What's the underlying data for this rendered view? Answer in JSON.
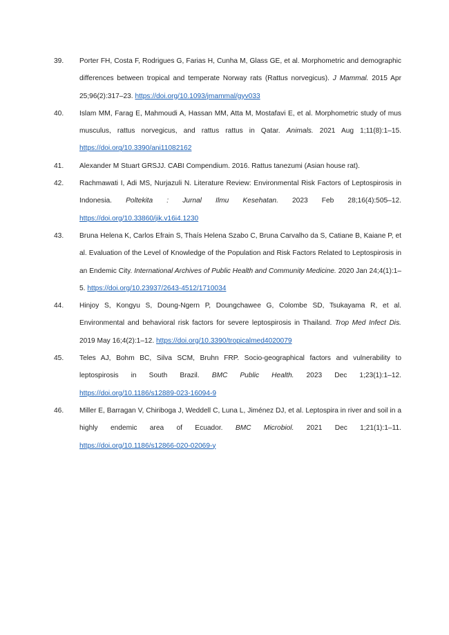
{
  "references": [
    {
      "number": "39.",
      "pre": "Porter FH, Costa F, Rodrigues G, Farias H, Cunha M, Glass GE, et al. Morphometric and demographic differences between tropical and temperate Norway rats (Rattus norvegicus). ",
      "journal": "J Mammal.",
      "post": " 2015 Apr 25;96(2):317–23. ",
      "doi": "https://doi.org/10.1093/jmammal/gyv033"
    },
    {
      "number": "40.",
      "pre": "Islam MM, Farag E, Mahmoudi A, Hassan MM, Atta M, Mostafavi E, et al. Morphometric study of mus musculus, rattus norvegicus, and rattus rattus in Qatar. ",
      "journal": "Animals.",
      "post": " 2021 Aug 1;11(8):1–15. ",
      "doi": "https://doi.org/10.3390/ani11082162"
    },
    {
      "number": "41.",
      "pre": "Alexander M Stuart GRSJJ. CABI Compendium. 2016. Rattus tanezumi (Asian house rat).",
      "journal": "",
      "post": "",
      "doi": ""
    },
    {
      "number": "42.",
      "pre": "Rachmawati I, Adi MS, Nurjazuli N. Literature Review: Environmental Risk Factors of Leptospirosis in Indonesia. ",
      "journal": "Poltekita : Jurnal Ilmu Kesehatan.",
      "post": " 2023 Feb 28;16(4):505–12. ",
      "doi": "https://doi.org/10.33860/jik.v16i4.1230"
    },
    {
      "number": "43.",
      "pre": "Bruna Helena K, Carlos Efrain S, Thaís Helena Szabo C, Bruna Carvalho da S, Catiane B, Kaiane P, et al. Evaluation of the Level of Knowledge of the Population and Risk Factors Related to Leptospirosis in an Endemic City. ",
      "journal": "International Archives of Public Health and Community Medicine.",
      "post": " 2020 Jan 24;4(1):1–5. ",
      "doi": "https://doi.org/10.23937/2643-4512/1710034"
    },
    {
      "number": "44.",
      "pre": "Hinjoy S, Kongyu S, Doung-Ngern P, Doungchawee G, Colombe SD, Tsukayama R, et al. Environmental and behavioral risk factors for severe leptospirosis in Thailand. ",
      "journal": "Trop Med Infect Dis.",
      "post": " 2019 May 16;4(2):1–12. ",
      "doi": "https://doi.org/10.3390/tropicalmed4020079"
    },
    {
      "number": "45.",
      "pre": "Teles AJ, Bohm BC, Silva SCM, Bruhn FRP. Socio-geographical factors and vulnerability to leptospirosis in South Brazil. ",
      "journal": "BMC Public Health.",
      "post": " 2023 Dec 1;23(1):1–12. ",
      "doi": "https://doi.org/10.1186/s12889-023-16094-9"
    },
    {
      "number": "46.",
      "pre": "Miller E, Barragan V, Chiriboga J, Weddell C, Luna L, Jiménez DJ, et al. Leptospira in river and soil in a highly endemic area of Ecuador. ",
      "journal": "BMC Microbiol.",
      "post": " 2021 Dec 1;21(1):1–11. ",
      "doi": "https://doi.org/10.1186/s12866-020-02069-y"
    }
  ]
}
